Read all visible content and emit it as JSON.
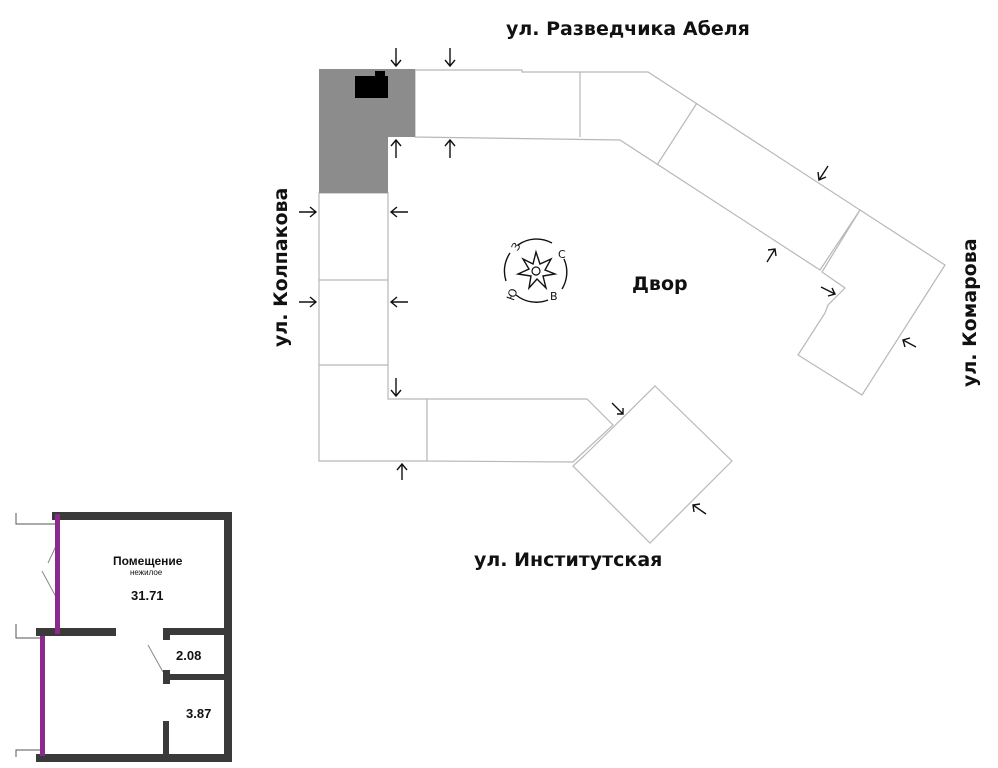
{
  "site_plan": {
    "streets": {
      "north": "ул. Разведчика Абеля",
      "west": "ул. Колпакова",
      "east": "ул. Комарова",
      "south": "ул. Институтская"
    },
    "courtyard_label": "Двор",
    "compass": {
      "north": "С",
      "east": "В",
      "south": "Ю",
      "west": "З"
    },
    "colors": {
      "selected_section": "#8c8c8c",
      "building_outline": "#b8b8b8",
      "marker": "#000000"
    }
  },
  "unit_plan": {
    "main_room": {
      "title": "Помещение",
      "subtitle": "нежилое",
      "area": "31.71"
    },
    "small_room_1": {
      "area": "2.08"
    },
    "small_room_2": {
      "area": "3.87"
    },
    "colors": {
      "walls": "#3a3a3a",
      "glazing": "#8b2a8c"
    }
  }
}
